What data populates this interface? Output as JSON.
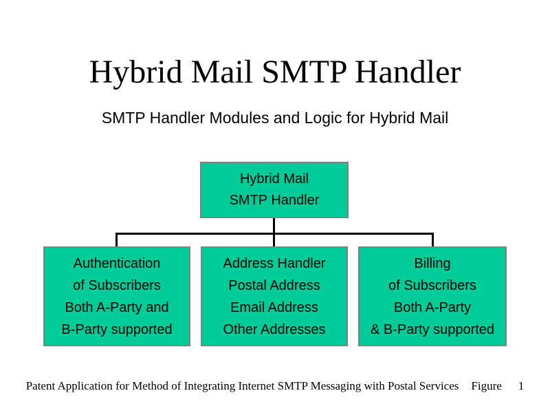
{
  "slide": {
    "title": "Hybrid Mail SMTP Handler",
    "subtitle": "SMTP Handler Modules and Logic for Hybrid Mail",
    "background": "#FFFFFF",
    "footer": {
      "text": "Patent Application for Method of Integrating Internet SMTP Messaging with Postal Services",
      "figure_label": "Figure",
      "figure_number": "1"
    }
  },
  "diagram": {
    "type": "hierarchy",
    "colors": {
      "node_fill": "#00CC99",
      "node_border": "#808080",
      "connector": "#000000",
      "text": "#000000"
    },
    "root": {
      "id": "hybrid-mail-smtp-handler",
      "lines": [
        "Hybrid Mail",
        "SMTP Handler"
      ]
    },
    "children": [
      {
        "id": "authentication",
        "lines": [
          "Authentication",
          "of Subscribers",
          "Both A-Party and",
          "B-Party supported"
        ]
      },
      {
        "id": "address-handler",
        "lines": [
          "Address Handler",
          "Postal Address",
          "Email Address",
          "Other Addresses"
        ]
      },
      {
        "id": "billing",
        "lines": [
          "Billing",
          "of Subscribers",
          "Both A-Party",
          "& B-Party supported"
        ]
      }
    ]
  }
}
